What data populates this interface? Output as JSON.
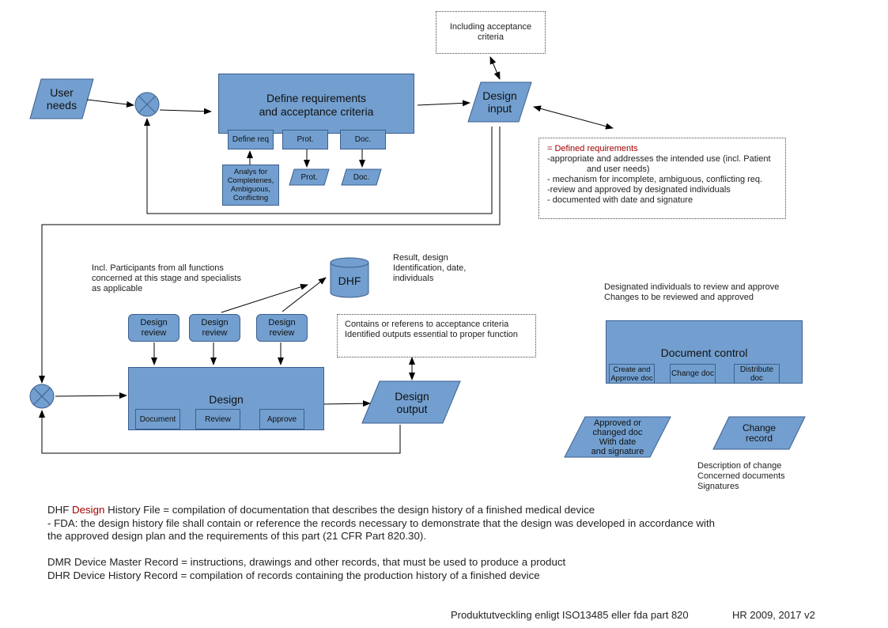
{
  "top": {
    "user_needs": "User\nneeds",
    "define_box_title_1": "Define requirements",
    "define_box_title_2": "and acceptance criteria",
    "sub_define_req": "Define req",
    "sub_prot": "Prot.",
    "sub_doc": "Doc.",
    "analys": "Analys for\nCompletenes,\nAmbiguous,\nConflicting",
    "out_prot": "Prot.",
    "out_doc": "Doc.",
    "design_input": "Design\ninput",
    "acceptance_note": "Including acceptance\ncriteria",
    "defined_req_head": "= Defined requirements",
    "defined_req_lines": [
      "-appropriate and addresses the intended use (incl. Patient",
      "and user needs)",
      "- mechanism for incomplete, ambiguous, conflicting req.",
      "-review and approved by designated individuals",
      "- documented with date and signature"
    ]
  },
  "middle": {
    "participants_note": "Incl. Participants from all functions\nconcerned at this stage and specialists\nas applicable",
    "dhf": "DHF",
    "result_note": "Result, design\nIdentification, date,\nindividuals",
    "design_review_1": "Design\nreview",
    "design_review_2": "Design\nreview",
    "design_review_3": "Design\nreview",
    "contains_note": "Contains or referens to acceptance criteria\nIdentified outputs essential to proper function",
    "design_title": "Design",
    "sub_document": "Document",
    "sub_review": "Review",
    "sub_approve": "Approve",
    "design_output": "Design\noutput"
  },
  "right": {
    "designated_note": "Designated individuals to review and approve\nChanges to be reviewed and approved",
    "doc_control_title": "Document control",
    "sub_create": "Create and\nApprove doc",
    "sub_change": "Change doc",
    "sub_distribute": "Distribute doc",
    "approved_doc": "Approved or\nchanged doc\nWith date\nand signature",
    "change_record": "Change\nrecord",
    "change_desc": "Description of change\nConcerned documents\nSignatures"
  },
  "bottom": {
    "dhf_prefix": "DHF ",
    "dhf_design_word": "Design",
    "dhf_rest": " History File = compilation of documentation that describes the design history of a finished medical device",
    "fda_line1": "- FDA: the design history file shall contain or reference the records necessary to demonstrate that the design was developed in accordance with",
    "fda_line2": "the approved design plan and the requirements of this part (21 CFR Part 820.30).",
    "dmr_line": "DMR Device Master Record = instructions, drawings and other records, that must be used to produce a product",
    "dhr_line": "DHR Device History Record = compilation of records containing the production history of a finished device",
    "footer_title": "Produktutveckling enligt ISO13485 eller fda part 820",
    "footer_version": "HR 2009, 2017 v2"
  },
  "colors": {
    "shape_fill": "#729fcf",
    "shape_stroke": "#3c5f8f",
    "accent_red": "#a40000"
  }
}
